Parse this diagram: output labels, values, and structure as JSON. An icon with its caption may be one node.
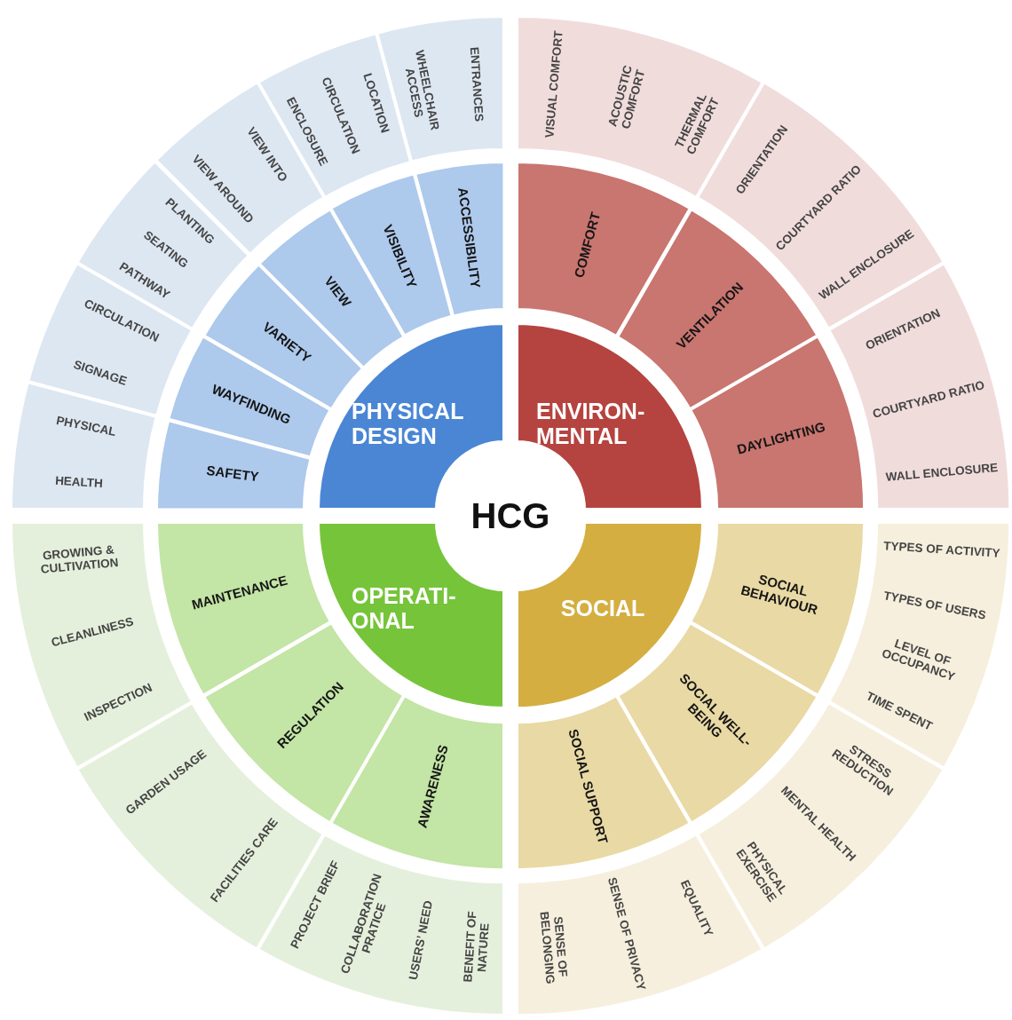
{
  "diagram": {
    "nodes": [
      {
        "text": [
          "HCG"
        ]
      },
      {
        "text": [
          "PHYSICAL DESIGN"
        ]
      },
      {
        "text": [
          "ACCESSIBILITY"
        ]
      },
      {
        "text": [
          "VISIBILITY"
        ]
      },
      {
        "text": [
          "VIEW"
        ]
      },
      {
        "text": [
          "VARIETY"
        ]
      },
      {
        "text": [
          "WAYFINDING"
        ]
      },
      {
        "text": [
          "SAFETY"
        ]
      },
      {
        "text": [
          "ENTRANCES",
          "WHEELCHAIR ACCESS"
        ]
      },
      {
        "text": [
          "LOCATION",
          "CIRCULATION",
          "ENCLOSURE"
        ]
      },
      {
        "text": [
          "VIEW INTO",
          "VIEW AROUND"
        ]
      },
      {
        "text": [
          "PLANTING",
          "SEATING",
          "PATHWAY"
        ]
      },
      {
        "text": [
          "CIRCULATION",
          "SIGNAGE"
        ]
      },
      {
        "text": [
          "PHYSICAL",
          "HEALTH"
        ]
      },
      {
        "text": [
          "ENVIRON- MENTAL"
        ]
      },
      {
        "text": [
          "COMFORT"
        ]
      },
      {
        "text": [
          "VENTILATION"
        ]
      },
      {
        "text": [
          "DAYLIGHTING"
        ]
      },
      {
        "text": [
          "VISUAL COMFORT",
          "ACOUSTIC COMFORT",
          "THERMAL COMFORT"
        ]
      },
      {
        "text": [
          "ORIENTATION",
          "COURTYARD RATIO",
          "WALL ENCLOSURE"
        ]
      },
      {
        "text": [
          "ORIENTATION",
          "COURTYARD RATIO",
          "WALL ENCLOSURE"
        ]
      },
      {
        "text": [
          "OPERATI- ONAL"
        ]
      },
      {
        "text": [
          "MAINTENANCE"
        ]
      },
      {
        "text": [
          "REGULATION"
        ]
      },
      {
        "text": [
          "AWARENESS"
        ]
      },
      {
        "text": [
          "GROWING & CULTIVATION",
          "CLEANLINESS",
          "INSPECTION"
        ]
      },
      {
        "text": [
          "GARDEN USAGE",
          "FACILITIES CARE"
        ]
      },
      {
        "text": [
          "PROJECT BRIEF",
          "COLLABORATION PRATICE",
          "USERS’ NEED",
          "BENEFIT OF NATURE"
        ]
      },
      {
        "text": [
          "SOCIAL"
        ]
      },
      {
        "text": [
          "SOCIAL BEHAVIOUR"
        ]
      },
      {
        "text": [
          "SOCIAL WELL-BEING"
        ]
      },
      {
        "text": [
          "SOCIAL SUPPORT"
        ]
      },
      {
        "text": [
          "TYPES OF ACTIVITY",
          "TYPES OF USERS",
          "LEVEL OF OCCUPANCY",
          "TIME SPENT"
        ]
      },
      {
        "text": [
          "STRESS REDUCTION",
          "MENTAL HEALTH",
          "PHYSICAL EXERCISE"
        ]
      },
      {
        "text": [
          "EQUALITY",
          "SENSE OF PRIVACY",
          "SENSE OF BELONGING"
        ]
      }
    ]
  }
}
